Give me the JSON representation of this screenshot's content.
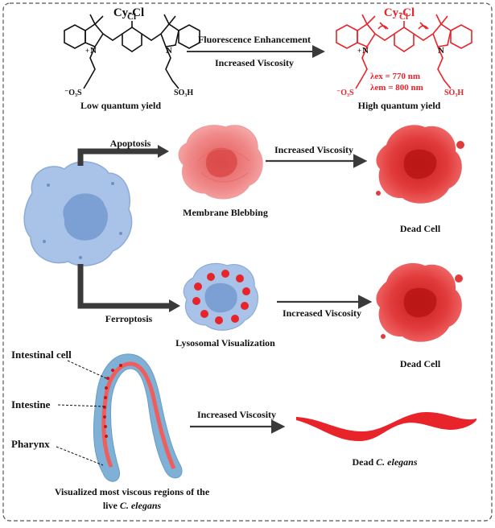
{
  "colors": {
    "accent_red": "#e8232a",
    "probe_black": "#111111",
    "cell_blue": "#9db8e2",
    "cell_blue_dark": "#7c9fd4",
    "cell_pink": "#f08a8a",
    "dead_cell": "#e23b3b",
    "worm_blue": "#7fb0d6",
    "worm_red": "#f05d5d",
    "arrow_dark": "#3a3a3a"
  },
  "top": {
    "probe_left_title": "Cy-Cl",
    "probe_right_title": "Cy-Cl",
    "arrow_label_top": "Fluorescence Enhancement",
    "arrow_label_bottom": "Increased Viscosity",
    "left_caption": "Low quantum  yield",
    "right_caption": "High quantum  yield",
    "lambda_ex": "λex = 770 nm",
    "lambda_em": "λem = 800 nm",
    "chem_labels": {
      "cl": "Cl",
      "n": "N",
      "plus": "+",
      "so3_left": "⁻O₃S",
      "so3h": "SO₃H"
    }
  },
  "middle": {
    "apoptosis_label": "Apoptosis",
    "membrane_label": "Membrane Blebbing",
    "viscosity_label_1": "Increased Viscosity",
    "dead_cell_label_1": "Dead Cell",
    "ferroptosis_label": "Ferroptosis",
    "lysosomal_label": "Lysosomal Visualization",
    "viscosity_label_2": "Increased Viscosity",
    "dead_cell_label_2": "Dead Cell"
  },
  "bottom": {
    "intestinal_cell_label": "Intestinal cell",
    "intestine_label": "Intestine",
    "pharynx_label": "Pharynx",
    "viscosity_label": "Increased Viscosity",
    "dead_worm_label_prefix": "Dead ",
    "dead_worm_label_italic": "C. elegans",
    "caption_line1": "Visualized   most viscous regions of the",
    "caption_line2_prefix": "live ",
    "caption_line2_italic": "C. elegans"
  }
}
